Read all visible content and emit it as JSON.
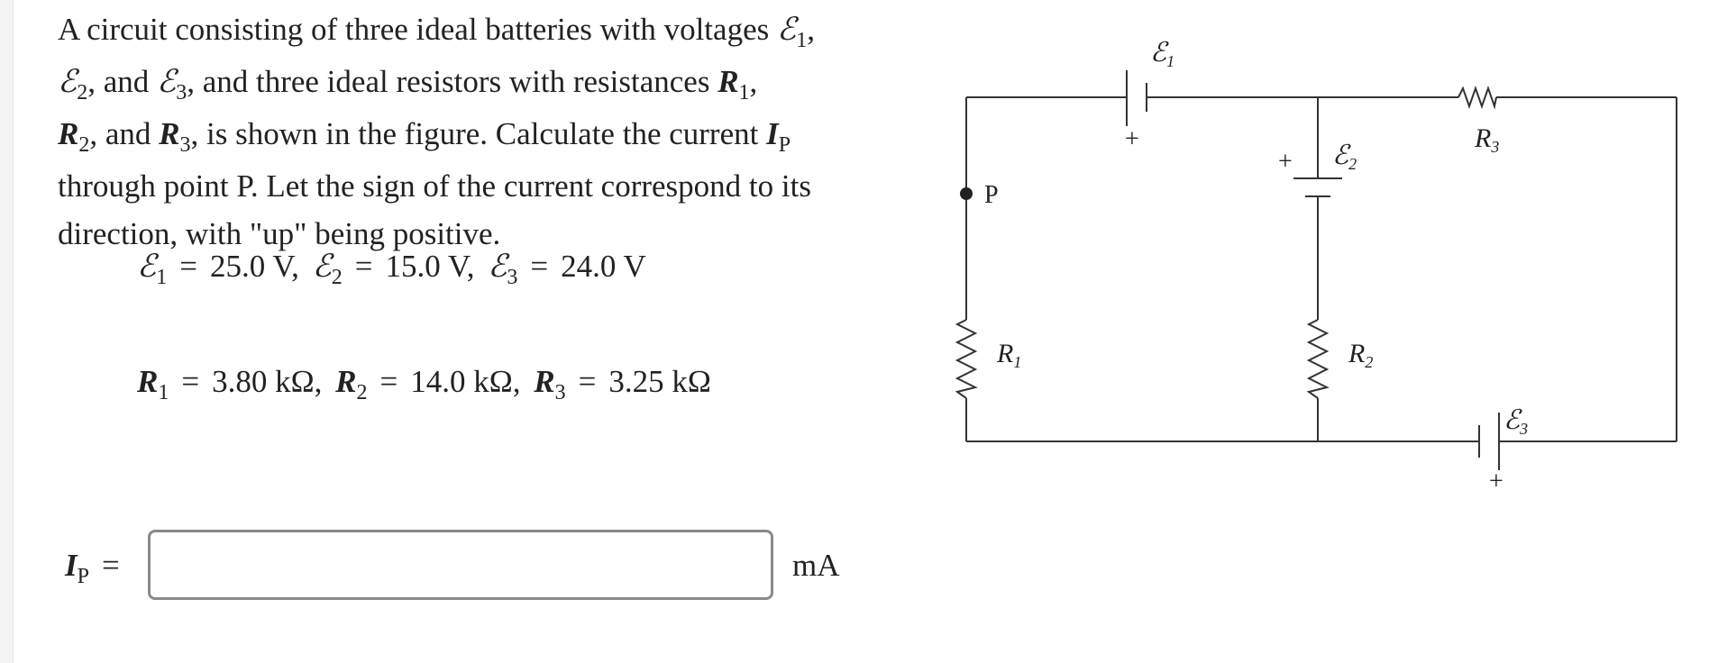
{
  "problem": {
    "line1_pre": "A circuit consisting of three ideal batteries with voltages ",
    "emf_symbol": "ℰ",
    "sub1": "1",
    "sub2": "2",
    "sub3": "3",
    "comma": ",",
    "line2_and": ", and ",
    "line2_mid": ", and three ideal resistors with resistances ",
    "R": "R",
    "line3_is": ", is shown in the figure. Calculate the current ",
    "I": "I",
    "P": "P",
    "line4": "through point P. Let the sign of the current correspond to its",
    "line5": "direction, with \"up\" being positive."
  },
  "given": {
    "emf1_value": "25.0 V",
    "emf2_value": "15.0 V",
    "emf3_value": "24.0 V",
    "r1_value": "3.80 kΩ",
    "r2_value": "14.0 kΩ",
    "r3_value": "3.25 kΩ",
    "equals": "=",
    "separator": ","
  },
  "answer": {
    "label_I": "I",
    "label_sub": "P",
    "equals": "=",
    "value": "",
    "unit": "mA"
  },
  "circuit": {
    "emf_symbol": "ℰ",
    "R": "R",
    "sub1": "1",
    "sub2": "2",
    "sub3": "3",
    "point_label": "P",
    "plus": "+"
  }
}
